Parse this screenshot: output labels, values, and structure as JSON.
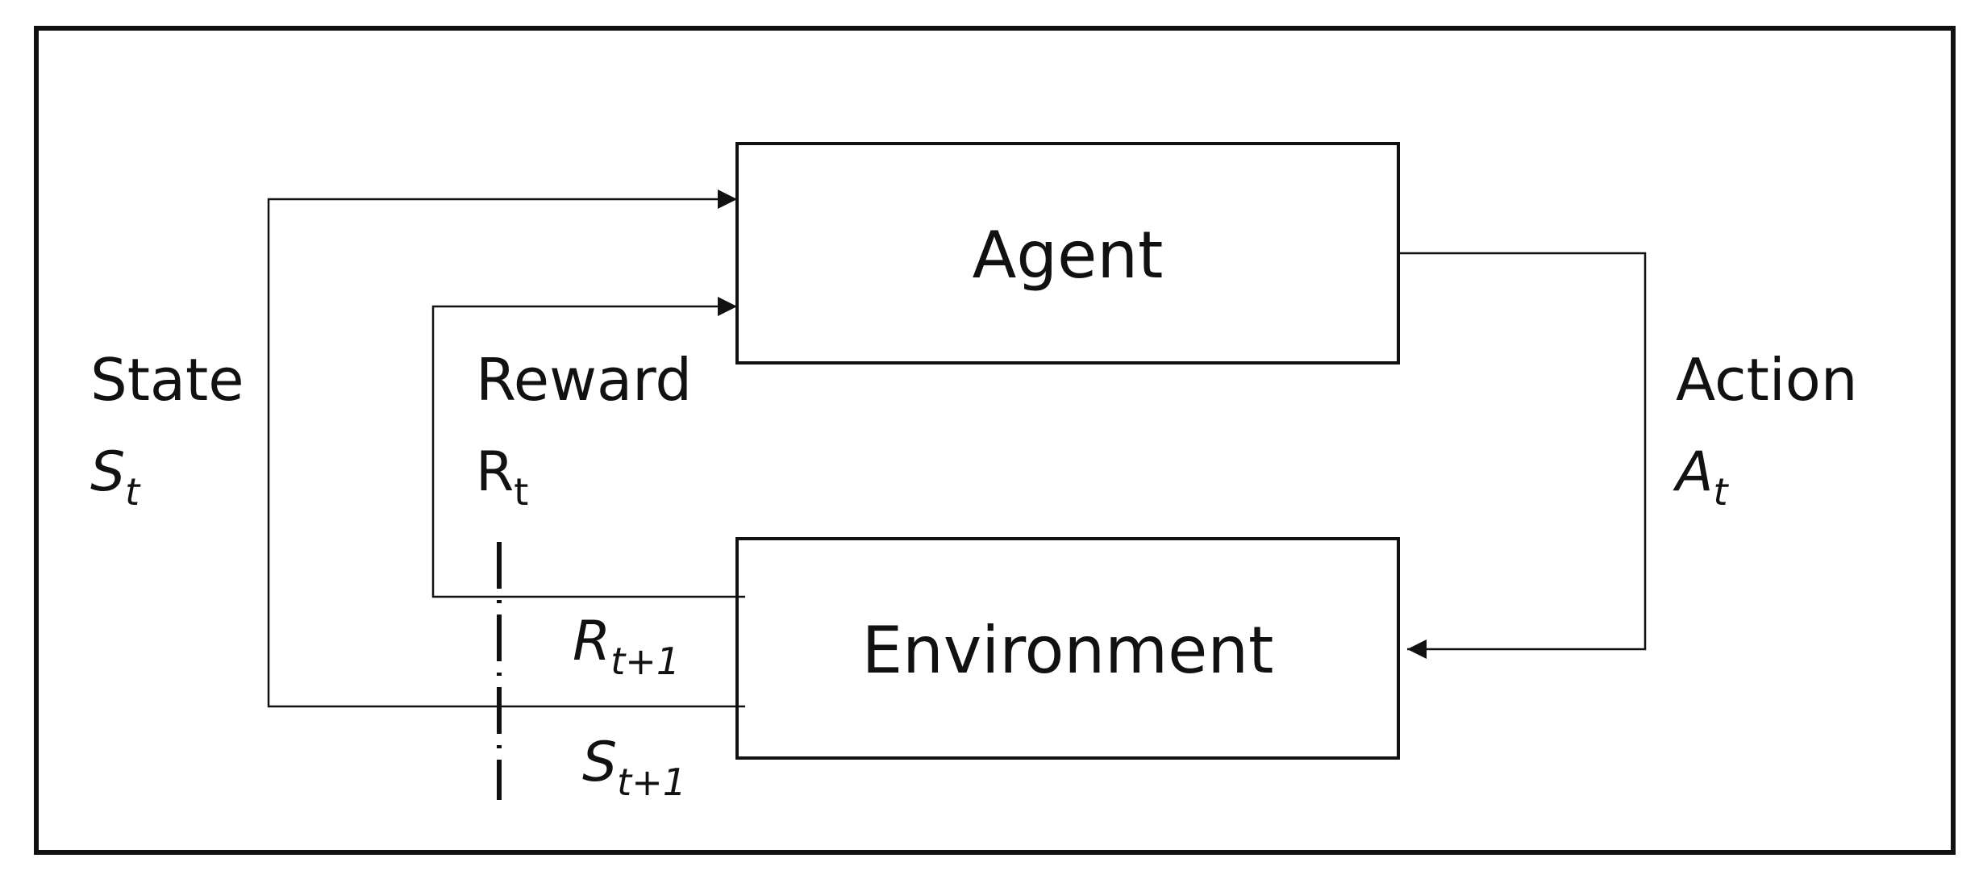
{
  "agent": {
    "label": "Agent"
  },
  "environment": {
    "label": "Environment"
  },
  "state": {
    "label": "State",
    "symbol": "S",
    "subscript": "t"
  },
  "reward": {
    "label": "Reward",
    "symbol": "R",
    "subscript": "t"
  },
  "action": {
    "label": "Action",
    "symbol": "A",
    "subscript": "t"
  },
  "next_reward": {
    "symbol": "R",
    "subscript": "t+1"
  },
  "next_state": {
    "symbol": "S",
    "subscript": "t+1"
  },
  "colors": {
    "ink": "#111111",
    "background": "#ffffff"
  }
}
